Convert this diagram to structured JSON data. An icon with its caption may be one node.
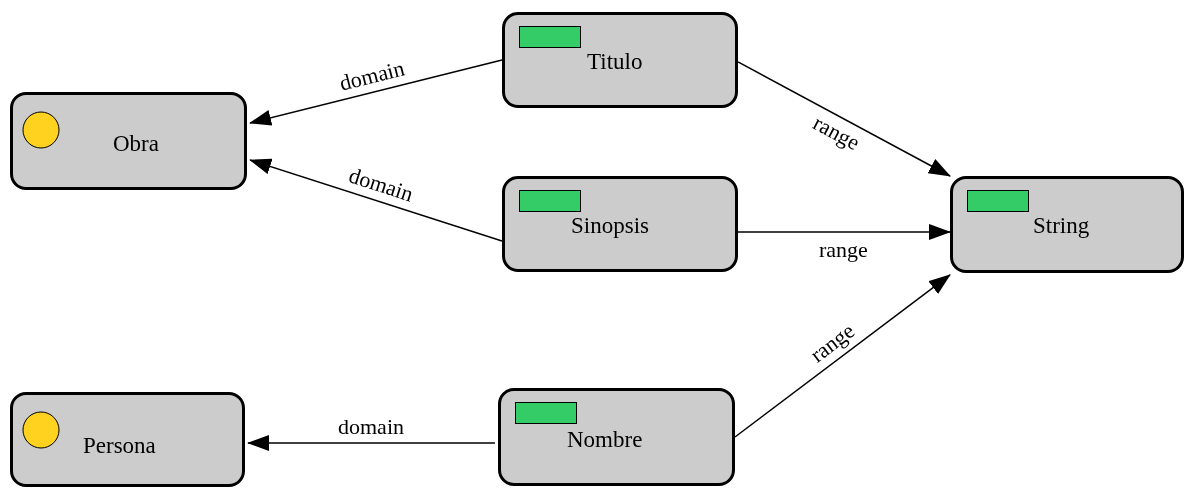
{
  "diagram": {
    "nodes": [
      {
        "text": [
          "Obra"
        ]
      },
      {
        "text": [
          "Persona"
        ]
      },
      {
        "text": [
          "Titulo"
        ]
      },
      {
        "text": [
          "Sinopsis"
        ]
      },
      {
        "text": [
          "Nombre"
        ]
      },
      {
        "text": [
          "String"
        ]
      }
    ],
    "edges": [
      {
        "from": 2,
        "to": 0,
        "arrow": "to",
        "label": "domain"
      },
      {
        "from": 3,
        "to": 0,
        "arrow": "to",
        "label": "domain"
      },
      {
        "from": 4,
        "to": 1,
        "arrow": "to",
        "label": "domain"
      },
      {
        "from": 2,
        "to": 5,
        "arrow": "to",
        "label": "range"
      },
      {
        "from": 3,
        "to": 5,
        "arrow": "to",
        "label": "range"
      },
      {
        "from": 4,
        "to": 5,
        "arrow": "to",
        "label": "range"
      }
    ]
  }
}
